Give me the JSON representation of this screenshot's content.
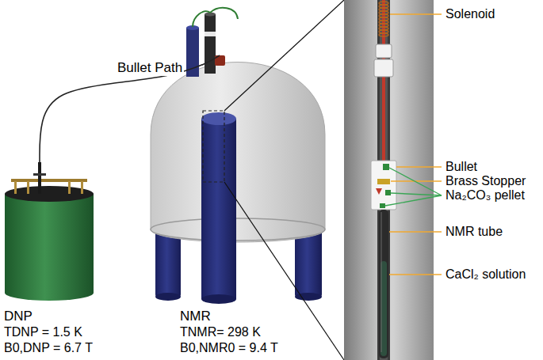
{
  "diagram": {
    "nodes": [
      {
        "text": [
          "DNP",
          "TDNP = 1.5 K",
          "B0,DNP = 6.7 T"
        ]
      },
      {
        "text": [
          "NMR",
          "TNMR= 298 K",
          "B0,NMR0 = 9.4 T"
        ]
      }
    ],
    "edges": [
      {
        "from": 0,
        "to": 1,
        "arrow": "none",
        "label": "Bullet Path"
      }
    ],
    "labels": [
      "Solenoid",
      "Bullet",
      "Brass Stopper",
      "Na₂CO₃ pellet",
      "NMR tube",
      "CaCl₂ solution"
    ]
  }
}
